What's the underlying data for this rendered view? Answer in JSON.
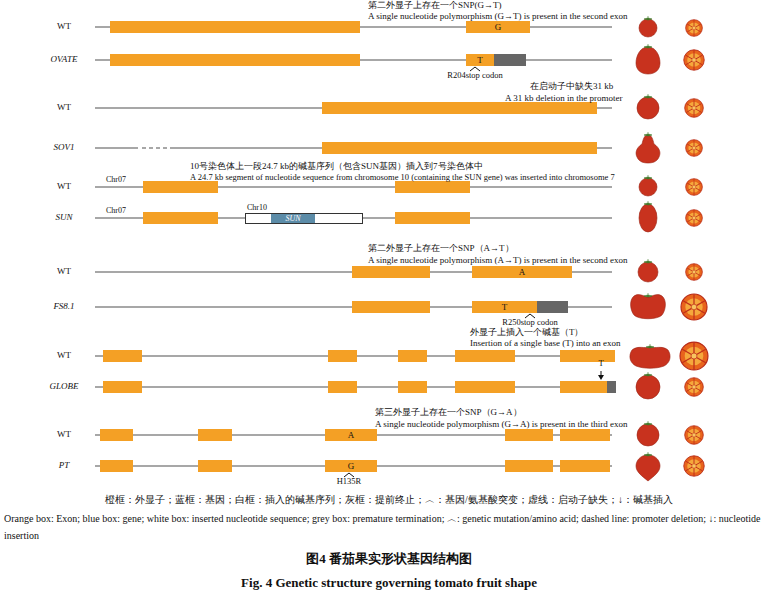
{
  "diagram": {
    "title": "图4 番茄果实形状基因结构图",
    "caption": "Fig. 4 Genetic structure governing tomato fruit shape",
    "nodes": [
      {
        "text": [
          "G"
        ]
      },
      {
        "text": [
          "T"
        ]
      },
      {
        "text": [
          "Chr10"
        ]
      },
      {
        "text": [
          "SUN"
        ],
        "in": 2
      },
      {
        "text": [
          "A"
        ]
      },
      {
        "text": [
          "T"
        ]
      },
      {
        "text": [
          "A"
        ]
      },
      {
        "text": [
          "G"
        ]
      }
    ],
    "labels": [
      "第二外显子上存在一个SNP(G→T)",
      "A single nucleotide polymorphism (G→T) is present in the second exon",
      "WT",
      "OVATE",
      "R204stop codon",
      "在启动子中缺失31 kb",
      "A 31 kb deletion in the promoter",
      "WT",
      "SOV1",
      "10号染色体上一段24.7 kb的碱基序列（包含SUN基因）插入到7号染色体中",
      "A 24.7 kb segment of nucleotide sequence from chromosome 10 (containing the SUN gene) was inserted into chromosome 7",
      "Chr07",
      "WT",
      "Chr07",
      "SUN",
      "第二外显子上存在一个SNP（A→T）",
      "A single nucleotide polymorphism (A→T) is present in the second exon",
      "WT",
      "FS8.1",
      "R250stop codon",
      "外显子上插入一个碱基（T）",
      "Insertion of a single base (T) into an exon",
      "WT",
      "T",
      "GLOBE",
      "第三外显子上存在一个SNP（G→A）",
      "A single nucleotide polymorphism (G→A) is present in the third exon",
      "WT",
      "PT",
      "H135R",
      "橙框：外显子；蓝框：基因；白框：插入的碱基序列；灰框：提前终止；︿：基因/氨基酸突变；虚线：启动子缺失；↓：碱基插入",
      "Orange box: Exon; blue box: gene; white box: inserted nucleotide sequence; grey box: premature termination; ︿: genetic mutation/amino acid; dashed line: promoter deletion; ↓: nucleotide insertion"
    ]
  }
}
